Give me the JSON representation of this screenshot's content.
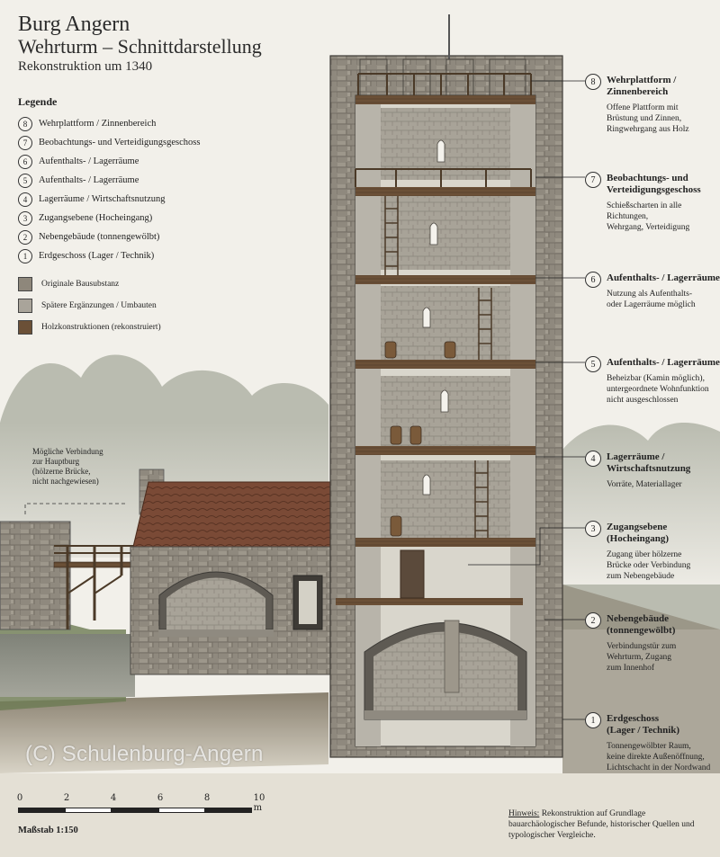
{
  "header": {
    "title": "Burg Angern",
    "subtitle": "Wehrturm – Schnittdarstellung",
    "subtitle2": "Rekonstruktion um 1340"
  },
  "legend": {
    "title": "Legende",
    "items": [
      {
        "num": "8",
        "label": "Wehrplattform / Zinnenbereich"
      },
      {
        "num": "7",
        "label": "Beobachtungs- und Verteidigungsgeschoss"
      },
      {
        "num": "6",
        "label": "Aufenthalts- / Lagerräume"
      },
      {
        "num": "5",
        "label": "Aufenthalts- / Lagerräume"
      },
      {
        "num": "4",
        "label": "Lagerräume / Wirtschaftsnutzung"
      },
      {
        "num": "3",
        "label": "Zugangsebene (Hocheingang)"
      },
      {
        "num": "2",
        "label": "Nebengebäude (tonnengewölbt)"
      },
      {
        "num": "1",
        "label": "Erdgeschoss (Lager / Technik)"
      }
    ],
    "materials": [
      {
        "label": "Originale Bausubstanz",
        "color": "#8e877b"
      },
      {
        "label": "Spätere Ergänzungen / Umbauten",
        "color": "#a9a49a"
      },
      {
        "label": "Holzkonstruktionen (rekonstruiert)",
        "color": "#6b5037"
      }
    ]
  },
  "callouts": [
    {
      "num": "8",
      "title": "Wehrplattform /",
      "title2": "Zinnenbereich",
      "desc": [
        "Offene Plattform mit",
        "Brüstung und Zinnen,",
        "Ringwehrgang aus Holz"
      ]
    },
    {
      "num": "7",
      "title": "Beobachtungs- und",
      "title2": "Verteidigungsgeschoss",
      "desc": [
        "Schießscharten in alle",
        "Richtungen,",
        "Wehrgang, Verteidigung"
      ]
    },
    {
      "num": "6",
      "title": "Aufenthalts- / Lagerräume",
      "title2": "",
      "desc": [
        "Nutzung als Aufenthalts-",
        "oder Lagerräume möglich"
      ]
    },
    {
      "num": "5",
      "title": "Aufenthalts- / Lagerräume",
      "title2": "",
      "desc": [
        "Beheizbar (Kamin möglich),",
        "untergeordnete Wohnfunktion",
        "nicht ausgeschlossen"
      ]
    },
    {
      "num": "4",
      "title": "Lagerräume /",
      "title2": "Wirtschaftsnutzung",
      "desc": [
        "Vorräte, Materiallager"
      ]
    },
    {
      "num": "3",
      "title": "Zugangsebene",
      "title2": "(Hocheingang)",
      "desc": [
        "Zugang über hölzerne",
        "Brücke oder Verbindung",
        "zum Nebengebäude"
      ]
    },
    {
      "num": "2",
      "title": "Nebengebäude",
      "title2": "(tonnengewölbt)",
      "desc": [
        "Verbindungstür zum",
        "Wehrturm, Zugang",
        "zum Innenhof"
      ]
    },
    {
      "num": "1",
      "title": "Erdgeschoss",
      "title2": "(Lager / Technik)",
      "desc": [
        "Tonnengewölbter Raum,",
        "keine direkte Außenöffnung,",
        "Lichtschacht in der Nordwand"
      ]
    }
  ],
  "bridge_note": [
    "Mögliche Verbindung",
    "zur Hauptburg",
    "(hölzerne Brücke,",
    "nicht nachgewiesen)"
  ],
  "copyright": "(C) Schulenburg-Angern",
  "scale": {
    "ticks": [
      "0",
      "2",
      "4",
      "6",
      "8",
      "10 m"
    ],
    "label": "Maßstab 1:150"
  },
  "hint": {
    "label": "Hinweis:",
    "text": "Rekonstruktion auf Grundlage bauarchäologischer Befunde, historischer Quellen und typologischer Vergleiche."
  }
}
